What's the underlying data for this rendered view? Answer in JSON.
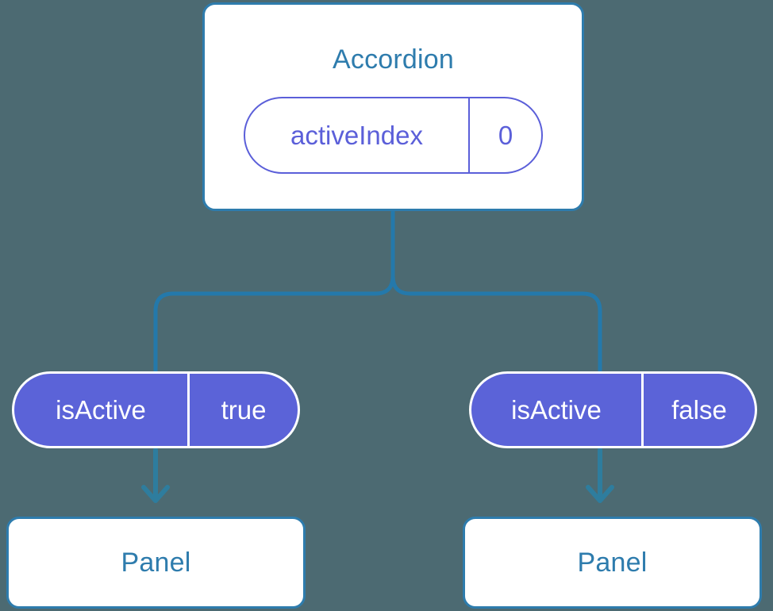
{
  "diagram": {
    "background_color": "#4c6a72",
    "accent_blue": "#2e7cad",
    "accent_purple": "#5b5fd9",
    "pill_fill": "#5b63d8",
    "root": {
      "title": "Accordion",
      "state_pill": {
        "key": "activeIndex",
        "value": "0"
      }
    },
    "branches": [
      {
        "pill": {
          "key": "isActive",
          "value": "true"
        },
        "child": {
          "title": "Panel"
        }
      },
      {
        "pill": {
          "key": "isActive",
          "value": "false"
        },
        "child": {
          "title": "Panel"
        }
      }
    ]
  }
}
